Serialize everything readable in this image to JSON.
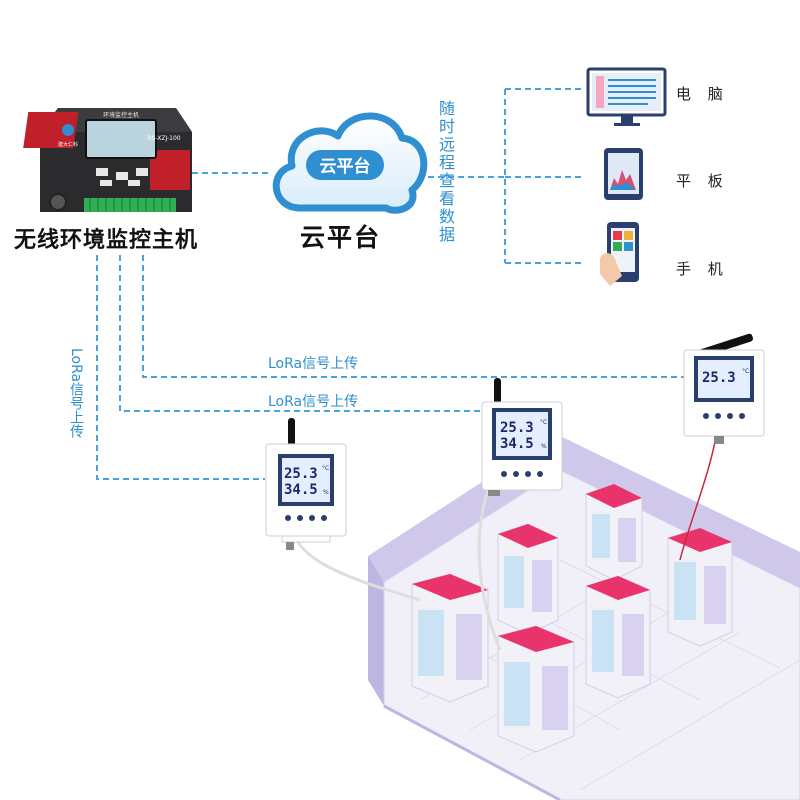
{
  "host": {
    "label": "无线环境监控主机",
    "panel_title": "环境监控主机",
    "model": "RS-XZJ-100",
    "brand": "建大仁科"
  },
  "cloud": {
    "inner_label": "云平台",
    "label": "云平台"
  },
  "remote_view": {
    "label": "随时远程查看数据"
  },
  "devices": [
    {
      "label": "电 脑",
      "icon": "desktop-computer-icon"
    },
    {
      "label": "平 板",
      "icon": "tablet-icon"
    },
    {
      "label": "手 机",
      "icon": "mobile-phone-icon"
    }
  ],
  "links": {
    "lora_1": "LoRa信号上传",
    "lora_2": "LoRa信号上传",
    "lora_vertical": "LoRa信号上传"
  },
  "sensors": [
    {
      "temp": "25.3",
      "humidity": "34.5",
      "temp_unit": "°C",
      "hum_unit": "%"
    },
    {
      "temp": "25.3",
      "humidity": "34.5",
      "temp_unit": "°C",
      "hum_unit": "%"
    },
    {
      "temp": "25.3",
      "temp_unit": "°C"
    }
  ],
  "colors": {
    "accent": "#2f8fd0",
    "dashed_line": "#4aa3df",
    "cloud": "#2f8fd0",
    "rack_pink": "#e8336b",
    "room": "#bdb6e0"
  }
}
